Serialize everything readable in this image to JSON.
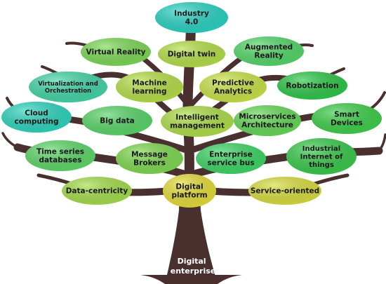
{
  "tree": {
    "trunk_label": [
      "Digital",
      "enterprise"
    ],
    "trunk_color": "#4a2f2f",
    "nodes": [
      {
        "id": "industry-4-0",
        "lines": [
          "Industry",
          "4.0"
        ],
        "fill": "#2bd3c4"
      },
      {
        "id": "virtual-reality",
        "lines": [
          "Virtual Reality"
        ],
        "fill": "#7ed957"
      },
      {
        "id": "digital-twin",
        "lines": [
          "Digital twin"
        ],
        "fill": "#b6e04a"
      },
      {
        "id": "augmented-reality",
        "lines": [
          "Augmented",
          "Reality"
        ],
        "fill": "#55d86a"
      },
      {
        "id": "virtualization-orchestration",
        "lines": [
          "Virtualization and",
          "Orchestration"
        ],
        "fill": "#44d6a8"
      },
      {
        "id": "machine-learning",
        "lines": [
          "Machine",
          "learning"
        ],
        "fill": "#b8e04a"
      },
      {
        "id": "predictive-analytics",
        "lines": [
          "Predictive",
          "Analytics"
        ],
        "fill": "#cbe448"
      },
      {
        "id": "robotization",
        "lines": [
          "Robotization"
        ],
        "fill": "#2fc84a"
      },
      {
        "id": "cloud-computing",
        "lines": [
          "Cloud",
          "computing"
        ],
        "fill": "#2fd6bf"
      },
      {
        "id": "big-data",
        "lines": [
          "Big data"
        ],
        "fill": "#5ad66a"
      },
      {
        "id": "intelligent-management",
        "lines": [
          "Intelligent",
          "management"
        ],
        "fill": "#b0e04a"
      },
      {
        "id": "microservices-architecture",
        "lines": [
          "Microservices",
          "Architecture"
        ],
        "fill": "#68d95a"
      },
      {
        "id": "smart-devices",
        "lines": [
          "Smart",
          "Devices"
        ],
        "fill": "#3fd04c"
      },
      {
        "id": "time-series-databases",
        "lines": [
          "Time series",
          "databases"
        ],
        "fill": "#5fd86a"
      },
      {
        "id": "message-brokers",
        "lines": [
          "Message",
          "Brokers"
        ],
        "fill": "#80da52"
      },
      {
        "id": "enterprise-service-bus",
        "lines": [
          "Enterprise",
          "service bus"
        ],
        "fill": "#3ed766"
      },
      {
        "id": "industrial-internet-of-things",
        "lines": [
          "Industrial",
          "Internet of",
          "things"
        ],
        "fill": "#3acb4c"
      },
      {
        "id": "data-centricity",
        "lines": [
          "Data-centricity"
        ],
        "fill": "#a6df4c"
      },
      {
        "id": "digital-platform",
        "lines": [
          "Digital",
          "platform"
        ],
        "fill": "#e6df3a"
      },
      {
        "id": "service-oriented",
        "lines": [
          "Service-oriented"
        ],
        "fill": "#d9df3e"
      }
    ]
  }
}
